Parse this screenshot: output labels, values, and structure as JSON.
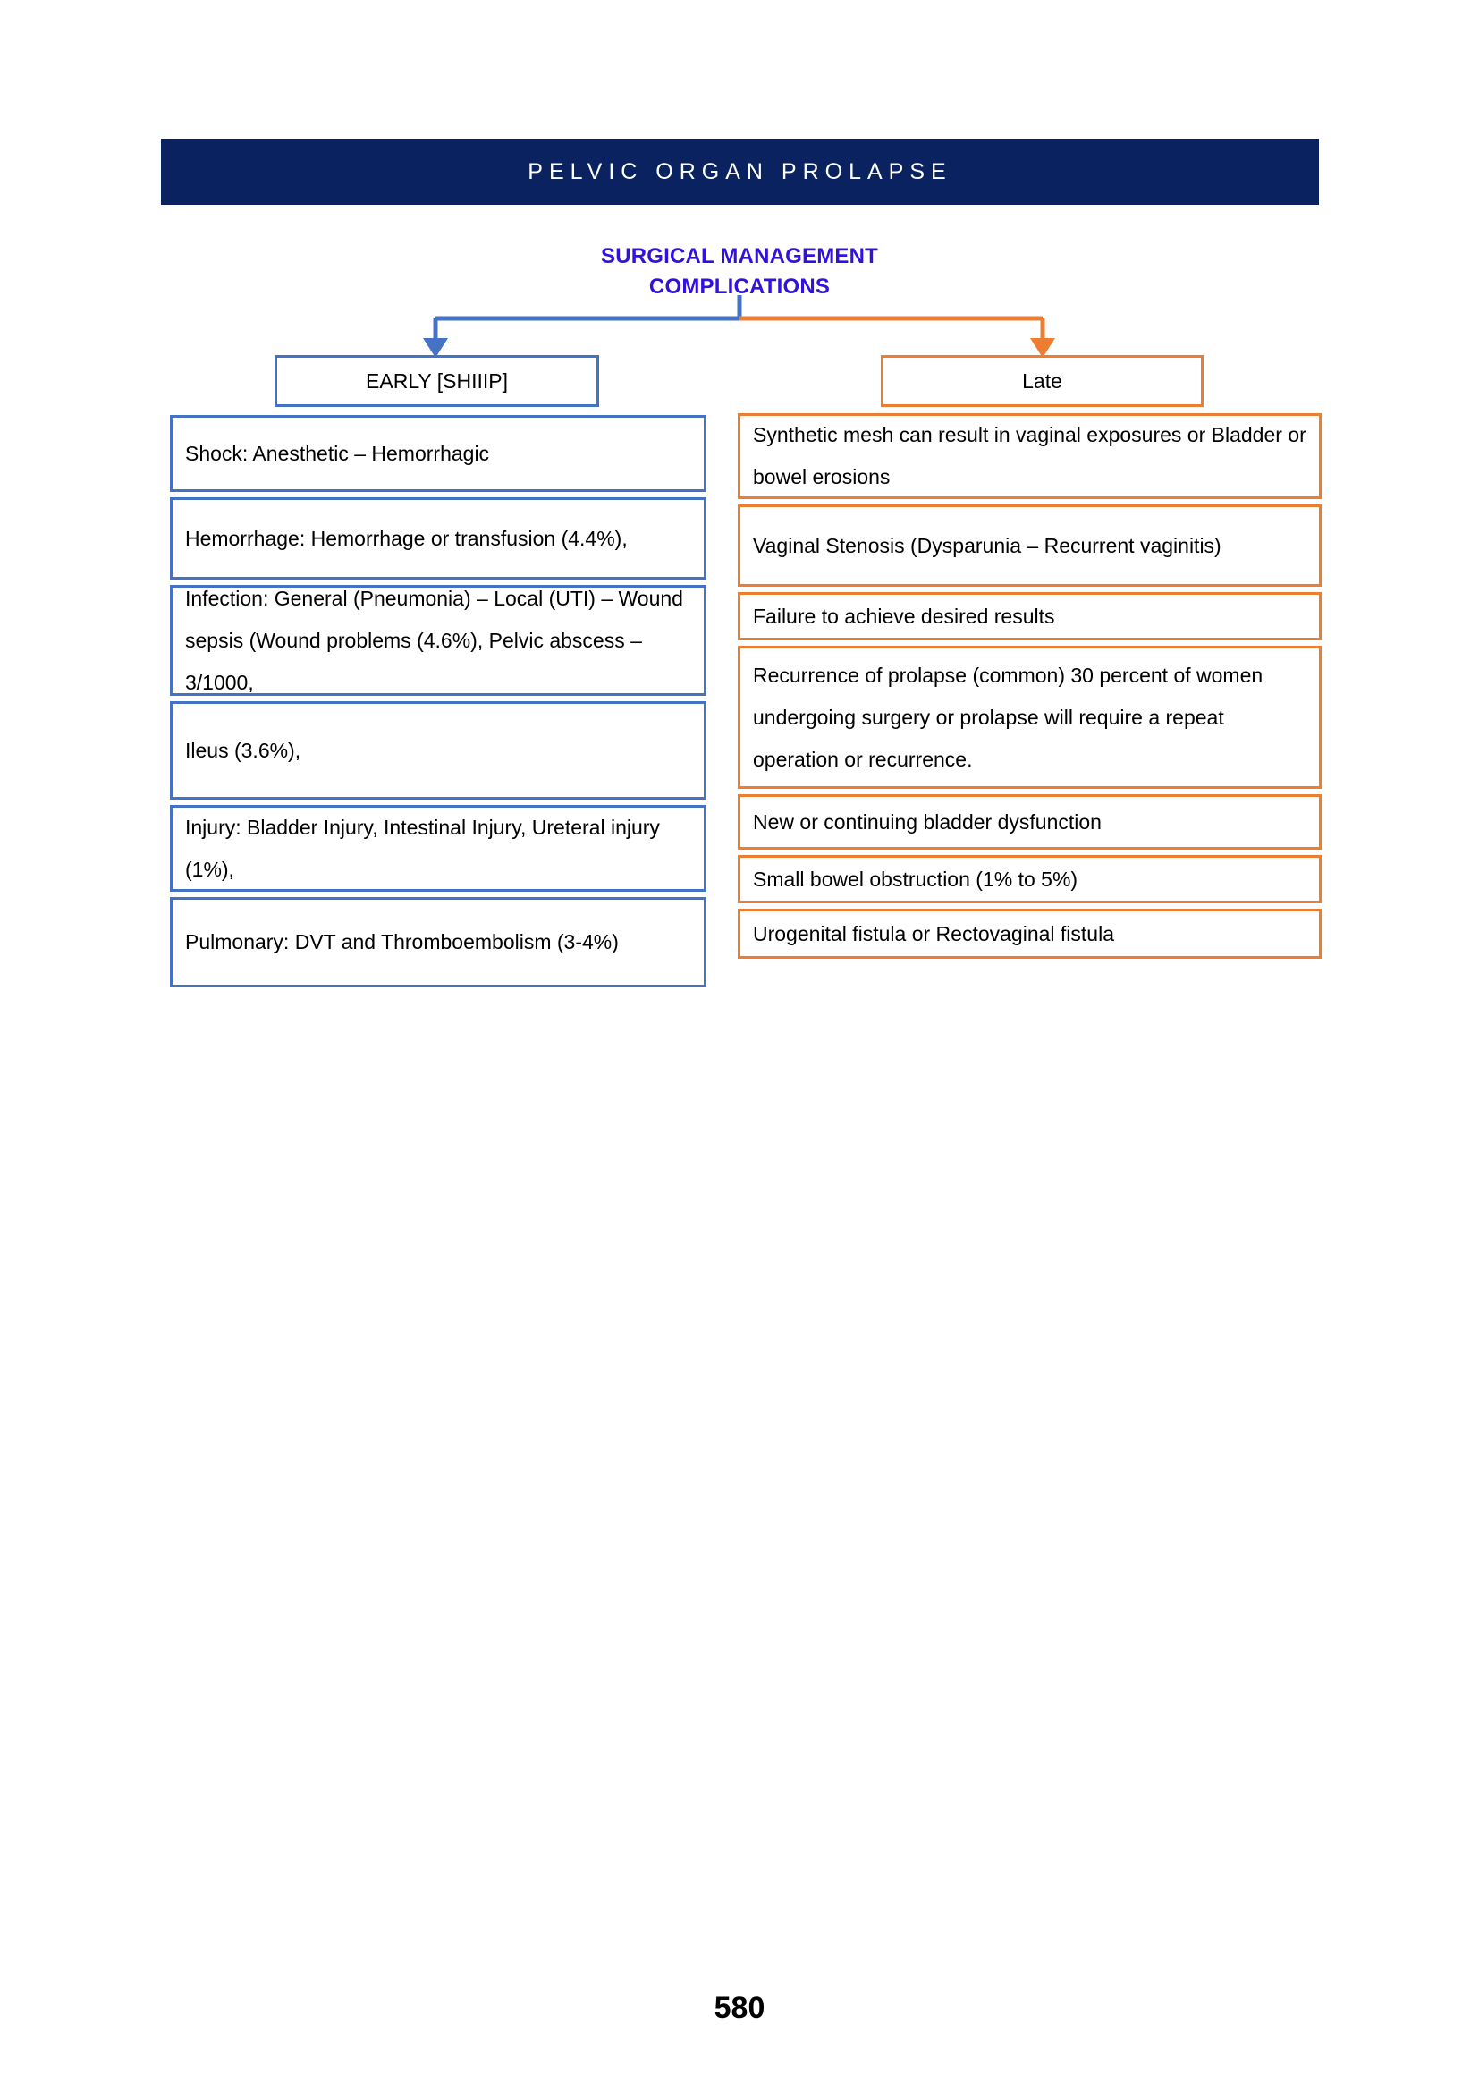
{
  "banner": {
    "title": "PELVIC ORGAN PROLAPSE",
    "background_color": "#0A2260",
    "text_color": "#FFFFFF"
  },
  "chart_title": {
    "line1": "SURGICAL MANAGEMENT",
    "line2": "COMPLICATIONS",
    "color": "#3311DD"
  },
  "branches": {
    "early": {
      "label": "EARLY [SHIIIP]",
      "color": "#4472C4",
      "items": [
        {
          "text": "Shock: Anesthetic – Hemorrhagic",
          "height": 86
        },
        {
          "text": "Hemorrhage: Hemorrhage or transfusion (4.4%),",
          "height": 92
        },
        {
          "text": "Infection: General (Pneumonia) – Local (UTI) – Wound sepsis (Wound problems (4.6%), Pelvic abscess – 3/1000,",
          "height": 124
        },
        {
          "text": "Ileus (3.6%),",
          "height": 110
        },
        {
          "text": "Injury: Bladder Injury, Intestinal Injury, Ureteral injury (1%),",
          "height": 97
        },
        {
          "text": "Pulmonary: DVT and Thromboembolism (3-4%)",
          "height": 101
        }
      ]
    },
    "late": {
      "label": "Late",
      "color": "#ED7D31",
      "items": [
        {
          "text": "Synthetic mesh can result in vaginal exposures or Bladder or bowel erosions",
          "height": 96
        },
        {
          "text": "Vaginal Stenosis (Dysparunia – Recurrent vaginitis)",
          "height": 92
        },
        {
          "text": "Failure to achieve desired results",
          "height": 54
        },
        {
          "text": "Recurrence of prolapse (common) 30 percent of women undergoing surgery or prolapse will require a repeat operation or recurrence.",
          "height": 160
        },
        {
          "text": "New or continuing bladder dysfunction",
          "height": 62
        },
        {
          "text": "Small bowel obstruction (1% to 5%)",
          "height": 54
        },
        {
          "text": "Urogenital fistula or Rectovaginal fistula",
          "height": 56
        }
      ]
    }
  },
  "page_number": "580"
}
